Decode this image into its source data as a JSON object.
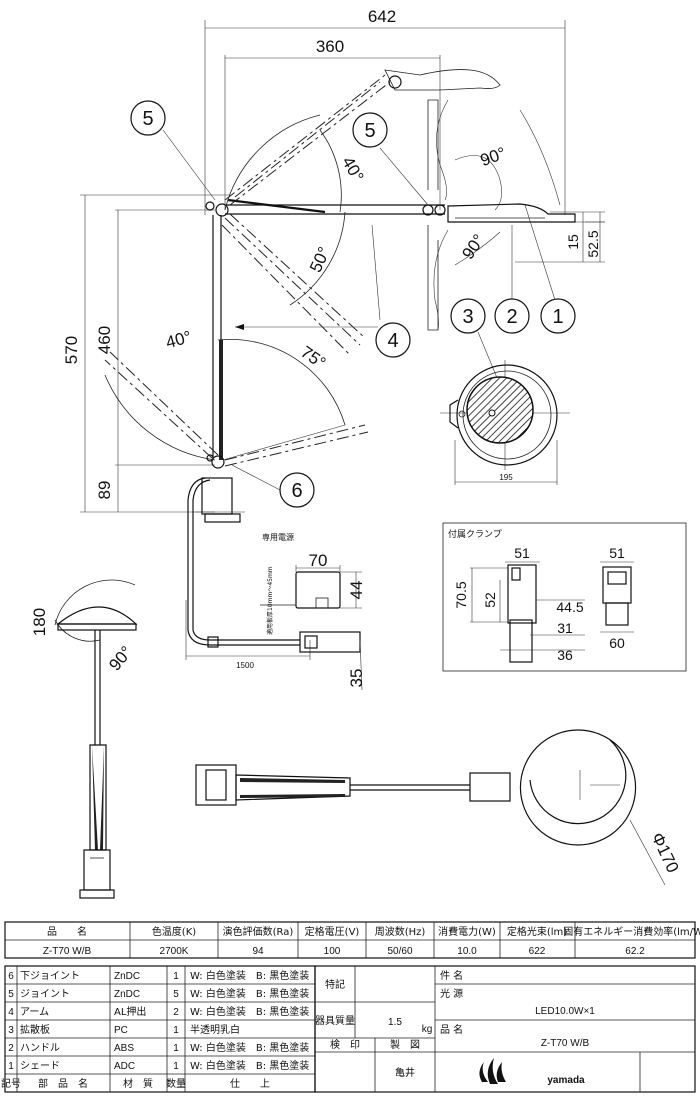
{
  "drawing": {
    "dims": {
      "d642": "642",
      "d360": "360",
      "d570": "570",
      "d460": "460",
      "d89": "89",
      "d15": "15",
      "d52_5": "52.5",
      "d195": "195",
      "d1500": "1500",
      "d180": "180",
      "phi170": "Φ170",
      "psu_w": "70",
      "psu_h": "44",
      "psu_d": "35",
      "clamp_51a": "51",
      "clamp_51b": "51",
      "clamp_705": "70.5",
      "clamp_52": "52",
      "clamp_445": "44.5",
      "clamp_31": "31",
      "clamp_36": "36",
      "clamp_60": "60"
    },
    "angles": {
      "a90_top": "90°",
      "a40_upper": "40°",
      "a50": "50°",
      "a90_lower": "90°",
      "a40_left": "40°",
      "a75": "75°",
      "a90_side": "90°"
    },
    "callouts": [
      "1",
      "2",
      "3",
      "4",
      "5",
      "5",
      "6"
    ],
    "labels": {
      "psu_title": "専用電源",
      "cord_note": "適用板厚10mm～45mm",
      "clamp_title": "付属クランプ"
    }
  },
  "spec_table": {
    "headers": [
      "品　　名",
      "色温度(K)",
      "演色評価数(Ra)",
      "定格電圧(V)",
      "周波数(Hz)",
      "消費電力(W)",
      "定格光束(lm)",
      "固有エネルギー消費効率(lm/W)"
    ],
    "row": [
      "Z-T70 W/B",
      "2700K",
      "94",
      "100",
      "50/60",
      "10.0",
      "622",
      "62.2"
    ]
  },
  "parts_table": {
    "rows": [
      {
        "no": "6",
        "name": "下ジョイント",
        "material": "ZnDC",
        "qty": "1",
        "finish": "W: 白色塗装　B: 黒色塗装"
      },
      {
        "no": "5",
        "name": "ジョイント",
        "material": "ZnDC",
        "qty": "5",
        "finish": "W: 白色塗装　B: 黒色塗装"
      },
      {
        "no": "4",
        "name": "アーム",
        "material": "AL押出",
        "qty": "2",
        "finish": "W: 白色塗装　B: 黒色塗装"
      },
      {
        "no": "3",
        "name": "拡散板",
        "material": "PC",
        "qty": "1",
        "finish": "半透明乳白"
      },
      {
        "no": "2",
        "name": "ハンドル",
        "material": "ABS",
        "qty": "1",
        "finish": "W: 白色塗装　B: 黒色塗装"
      },
      {
        "no": "1",
        "name": "シェード",
        "material": "ADC",
        "qty": "1",
        "finish": "W: 白色塗装　B: 黒色塗装"
      }
    ],
    "footer": [
      "記号",
      "部　品　名",
      "材　質",
      "数量",
      "仕　　上"
    ],
    "tokki": "特記",
    "weight_label": "器具質量",
    "weight_value": "1.5",
    "weight_unit": "kg",
    "inspect": "検　印",
    "drafter": "製　図",
    "drafter_name": "亀井",
    "kenmei": "件 名",
    "light_source_label": "光 源",
    "light_source": "LED10.0W×1",
    "product_label": "品 名",
    "product": "Z-T70 W/B",
    "brand": "yamada"
  }
}
